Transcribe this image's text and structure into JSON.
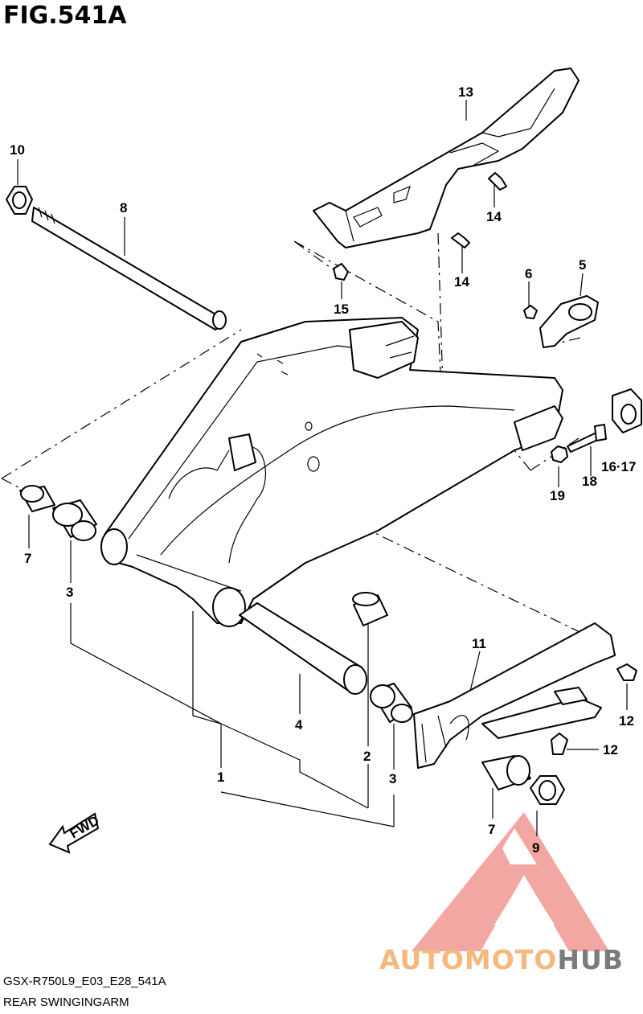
{
  "figure": {
    "title": "FIG.541A"
  },
  "footer": {
    "code": "GSX-R750L9_E03_E28_541A",
    "name": "REAR SWINGINGARM"
  },
  "fwd_label": "FWD",
  "brand": {
    "part1": "AUTOMOTO",
    "part2": "HUB",
    "colors": {
      "logo": "#f08a85",
      "text1": "#f5b87e",
      "text2": "#7b7b7b"
    }
  },
  "callouts": {
    "c1": "1",
    "c2": "2",
    "c3a": "3",
    "c3b": "3",
    "c4": "4",
    "c5": "5",
    "c6": "6",
    "c7a": "7",
    "c7b": "7",
    "c8": "8",
    "c9": "9",
    "c10": "10",
    "c11": "11",
    "c12a": "12",
    "c12b": "12",
    "c13": "13",
    "c14a": "14",
    "c14b": "14",
    "c15": "15",
    "c1617": "16-17",
    "c18": "18",
    "c19": "19"
  }
}
